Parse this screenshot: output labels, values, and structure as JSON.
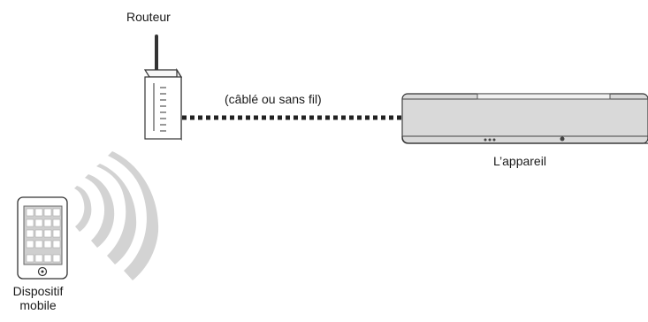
{
  "router": {
    "label": "Routeur"
  },
  "connection": {
    "label": "(câblé ou sans fil)",
    "style": "dotted"
  },
  "device": {
    "label": "L’appareil"
  },
  "mobile_device": {
    "label_line1": "Dispositif",
    "label_line2": "mobile"
  },
  "colors": {
    "outline": "#333333",
    "device_fill": "#d9d9d9",
    "router_fill": "#ffffff",
    "screen_fill": "#cfcfcf",
    "wave_fill": "#d3d3d3",
    "text": "#1a1a1a"
  }
}
